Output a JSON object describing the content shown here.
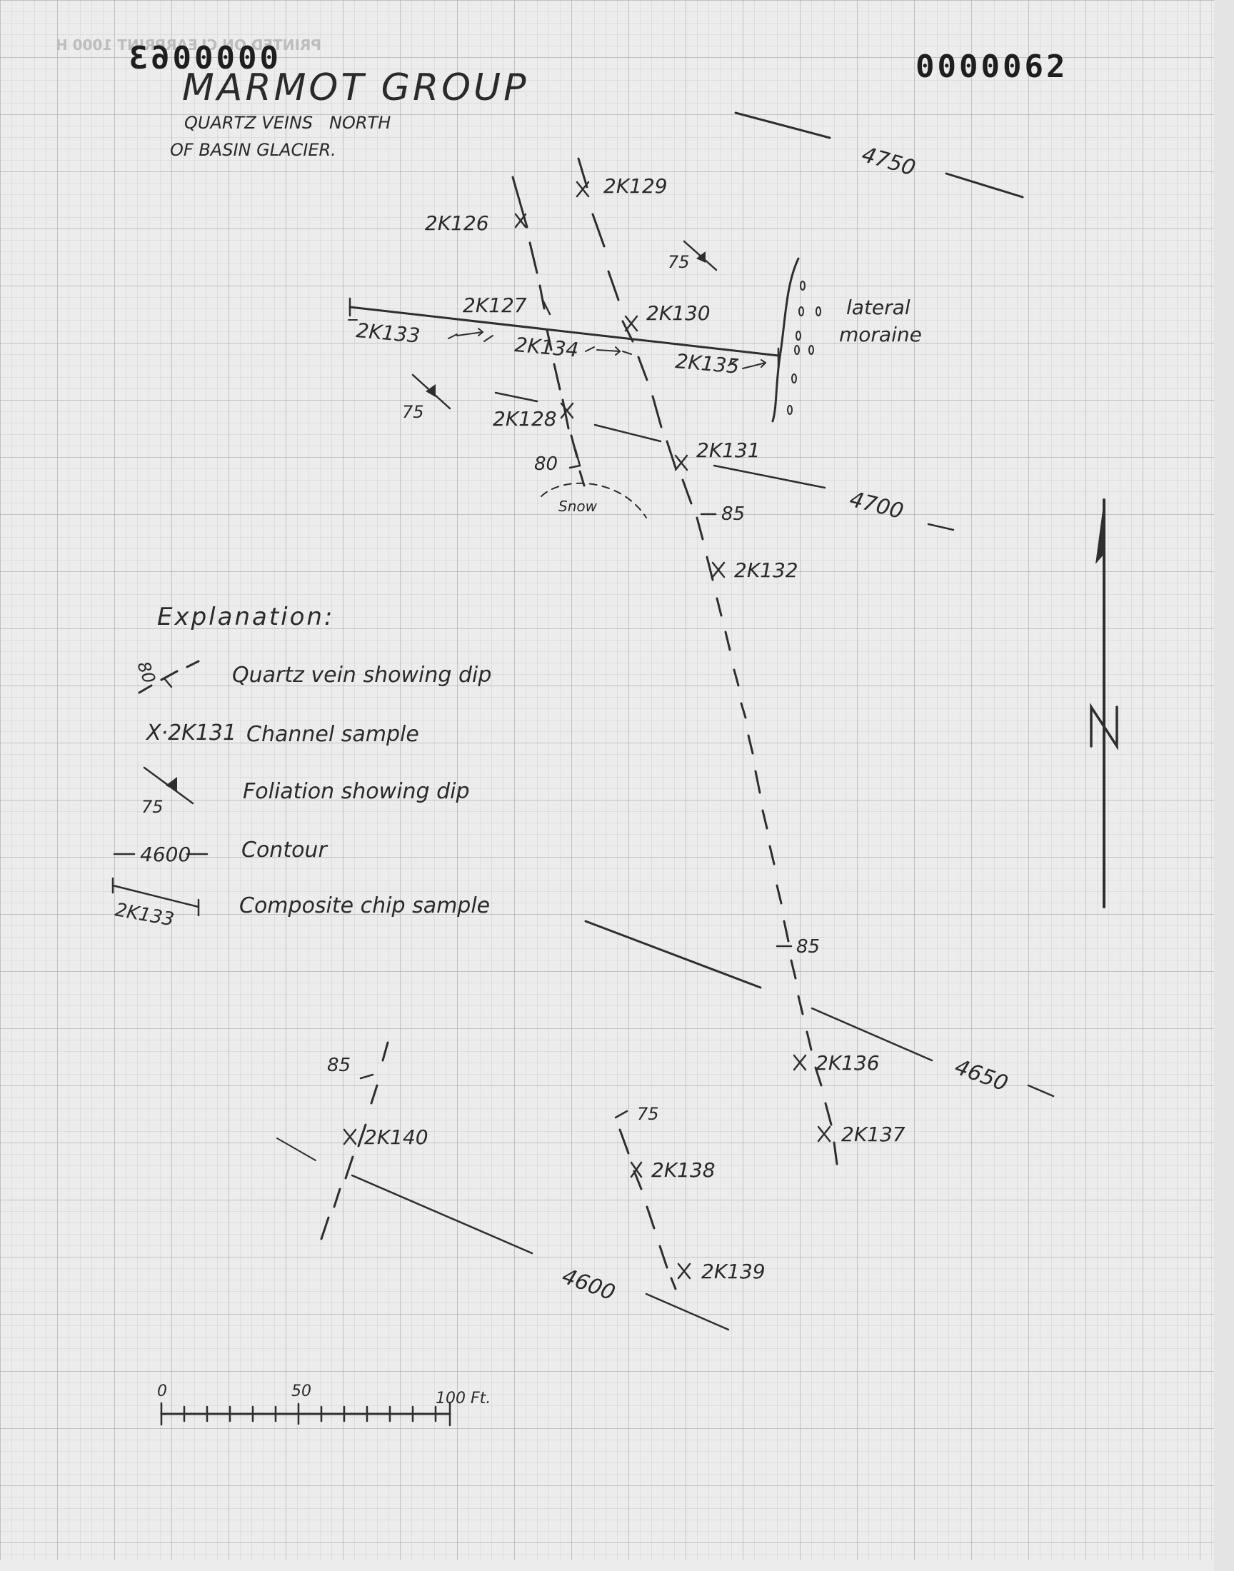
{
  "sheet": {
    "mirrored_header": "PRINTED ON CLEARPRINT 1000 H",
    "mirrored_number": "0000063",
    "doc_number": "0000062",
    "title": "MARMOT GROUP",
    "subtitle_line1": "QUARTZ VEINS   NORTH",
    "subtitle_line2": "OF BASIN GLACIER."
  },
  "contours": [
    {
      "label": "4750"
    },
    {
      "label": "4700"
    },
    {
      "label": "4650"
    },
    {
      "label": "4600"
    }
  ],
  "samples": {
    "s126": "2K126",
    "s127": "2K127",
    "s128": "2K128",
    "s129": "2K129",
    "s130": "2K130",
    "s131": "2K131",
    "s132": "2K132",
    "s133": "2K133",
    "s134": "2K134",
    "s135": "2K135",
    "s136": "2K136",
    "s137": "2K137",
    "s138": "2K138",
    "s139": "2K139",
    "s140": "2K140"
  },
  "dips": {
    "foliation_upper": "75",
    "foliation_left": "75",
    "vein_80": "80",
    "vein_85_a": "85",
    "vein_85_b": "85",
    "vein_85_c": "85",
    "vein_75": "75"
  },
  "features": {
    "snow": "Snow",
    "moraine_line1": "lateral",
    "moraine_line2": "moraine"
  },
  "legend": {
    "heading": "Explanation:",
    "vein_dip_value": "80",
    "vein_label": "Quartz vein showing dip",
    "channel_symbol": "X·2K131",
    "channel_label": "Channel sample",
    "foliation_dip_value": "75",
    "foliation_label": "Foliation showing dip",
    "contour_symbol": "4600",
    "contour_label": "Contour",
    "composite_symbol": "2K133",
    "composite_label": "Composite chip sample"
  },
  "scale": {
    "tick0": "0",
    "tick50": "50",
    "tick100": "100 Ft."
  },
  "north_arrow": {
    "label": "N"
  }
}
